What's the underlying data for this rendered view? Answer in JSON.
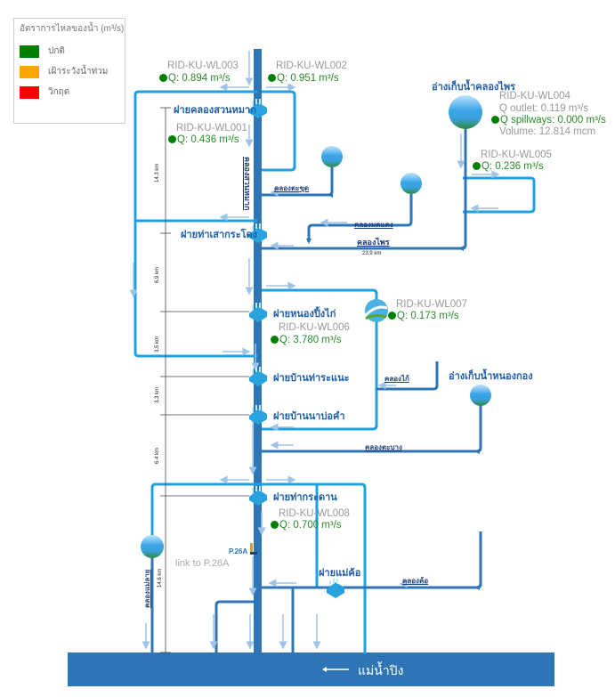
{
  "legend": {
    "title": "อัตราการไหลของน้ำ (m³/s)",
    "items": [
      {
        "label": "ปกติ",
        "color": "#008000"
      },
      {
        "label": "เฝ้าระวังน้ำท่วม",
        "color": "#FFA500"
      },
      {
        "label": "วิกฤต",
        "color": "#FF0000"
      }
    ]
  },
  "colors": {
    "main_canal": "#2e75b6",
    "branch_canal": "#1ea0e6",
    "flow_arrow": "#9dc3e6",
    "normal_status": "#008000",
    "weir_label": "#1f5ea8"
  },
  "stations": {
    "wl003": {
      "id": "RID-KU-WL003",
      "q": "Q: 0.894 m³/s"
    },
    "wl002": {
      "id": "RID-KU-WL002",
      "q": "Q: 0.951 m³/s"
    },
    "wl001": {
      "id": "RID-KU-WL001",
      "q": "Q: 0.436 m³/s"
    },
    "wl004": {
      "id": "RID-KU-WL004",
      "outlet": "Q outlet: 0.119 m³/s",
      "spillways": "Q spillways: 0.000 m³/s",
      "volume": "Volume: 12.814 mcm"
    },
    "wl005": {
      "id": "RID-KU-WL005",
      "q": "Q: 0.236 m³/s"
    },
    "wl006": {
      "id": "RID-KU-WL006",
      "q": "Q: 3.780 m³/s"
    },
    "wl007": {
      "id": "RID-KU-WL007",
      "q": "Q: 0.173 m³/s"
    },
    "wl008": {
      "id": "RID-KU-WL008",
      "q": "Q: 0.700 m³/s"
    }
  },
  "weirs": {
    "w1": "ฝายคลองสวนหมาก",
    "w2": "ฝายท่าเสากระโดง",
    "w3": "ฝายหนองปิ้งไก่",
    "w4": "ฝายบ้านท่าระแนะ",
    "w5": "ฝายบ้านนาบ่อคำ",
    "w6": "ฝายท่ากระดาน",
    "w7": "ฝายแม่ค้อ"
  },
  "reservoirs": {
    "khlong_phai": "อ่างเก็บน้ำคลองไพร",
    "nong_kong": "อ่างเก็บน้ำหนองกอง"
  },
  "canals": {
    "main": "คลองสวนหมาก",
    "takhut": "คลองตะขุด",
    "matdaeng": "คลองมดแดง",
    "phai": "คลองไพร",
    "khai": "คลองไก้",
    "krabang": "คลองตะบาง",
    "kho": "คลองค้อ",
    "maelai": "คลองแม่ลาย"
  },
  "distances": {
    "d1": "14.3 km",
    "d2": "6.9 km",
    "d3": "3.5 km",
    "d4": "3.3 km",
    "d5": "6.4 km",
    "d6": "14.6 km",
    "phai_len": "23.9 km"
  },
  "gauge": {
    "label": "P.26A",
    "link": "link to P.26A"
  },
  "river": {
    "label": "แม่น้ำปิง",
    "arrow": "⟵"
  }
}
